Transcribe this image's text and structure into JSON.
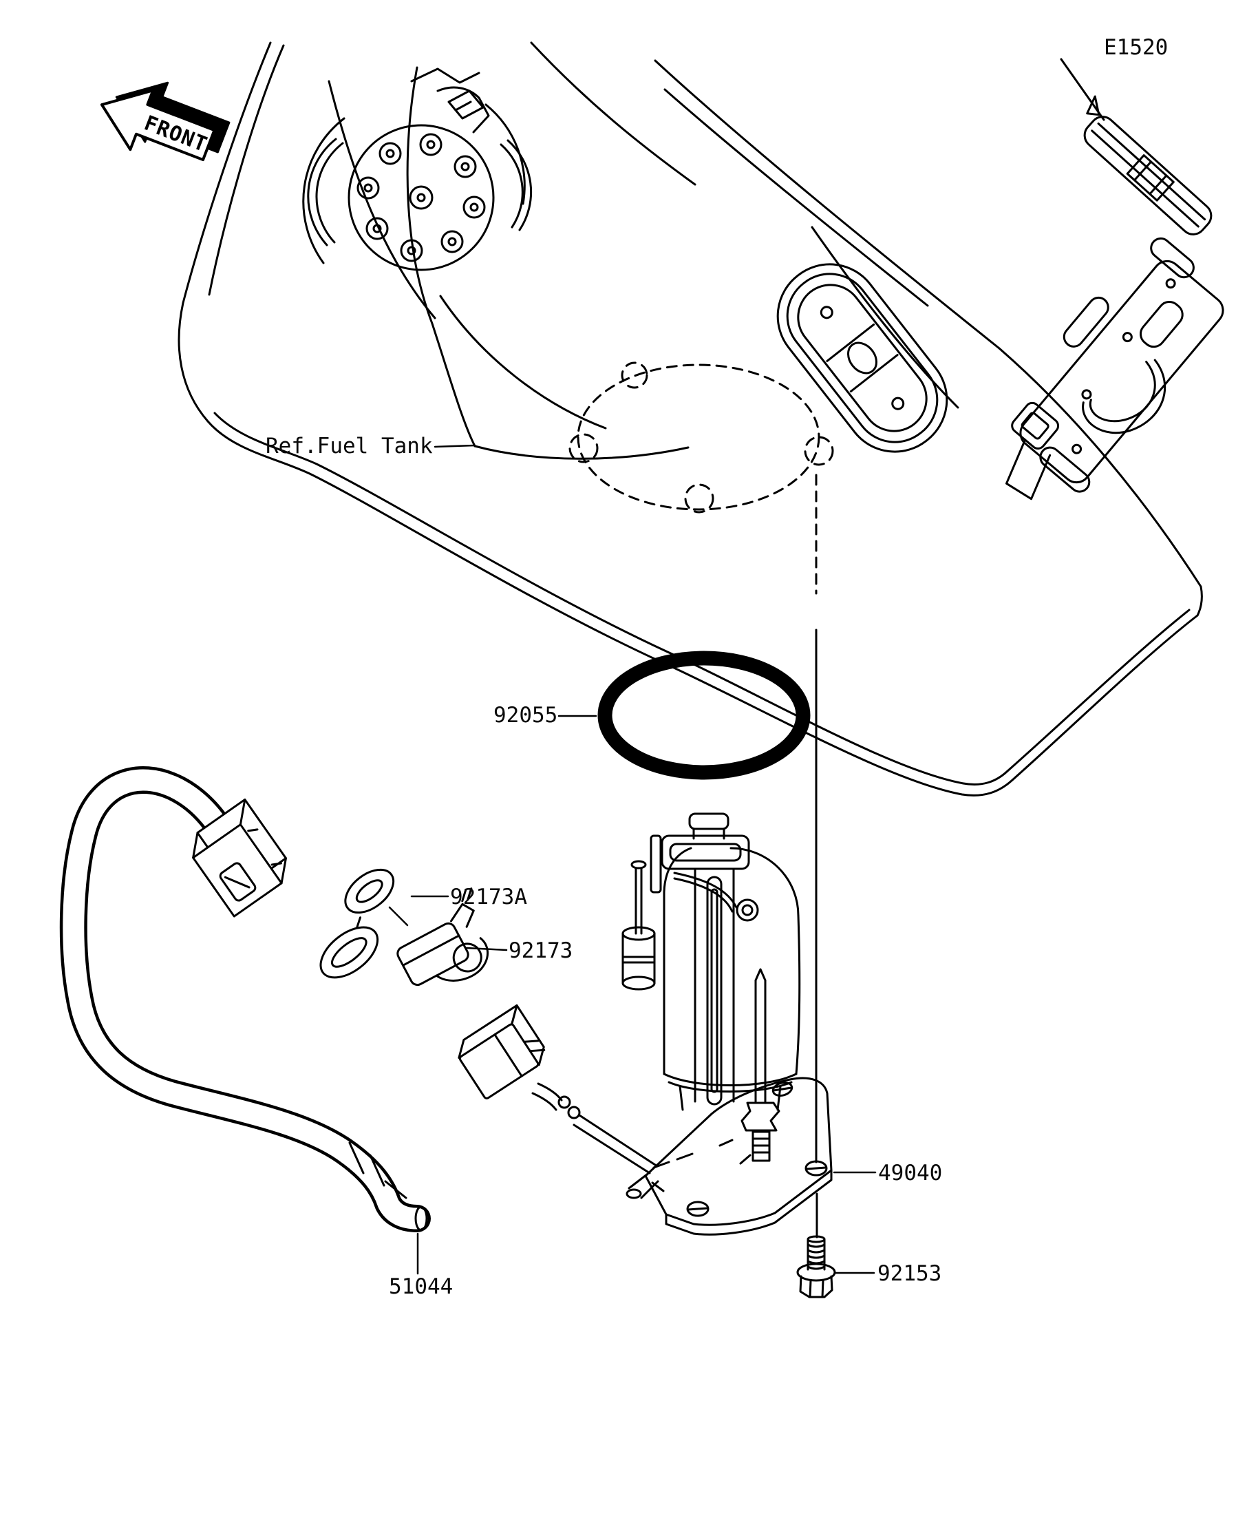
{
  "page": {
    "code": "E1520"
  },
  "labels": {
    "front": "FRONT",
    "fuel_tank_ref": "Ref.Fuel Tank"
  },
  "parts": [
    {
      "number": "92055",
      "name": "o-ring"
    },
    {
      "number": "92173A",
      "name": "clamp-upper"
    },
    {
      "number": "92173",
      "name": "clamp-lower"
    },
    {
      "number": "49040",
      "name": "fuel-pump-assembly"
    },
    {
      "number": "51044",
      "name": "fuel-hose"
    },
    {
      "number": "92153",
      "name": "flange-bolt"
    }
  ],
  "colors": {
    "background": "#ffffff",
    "line": "#000000"
  }
}
